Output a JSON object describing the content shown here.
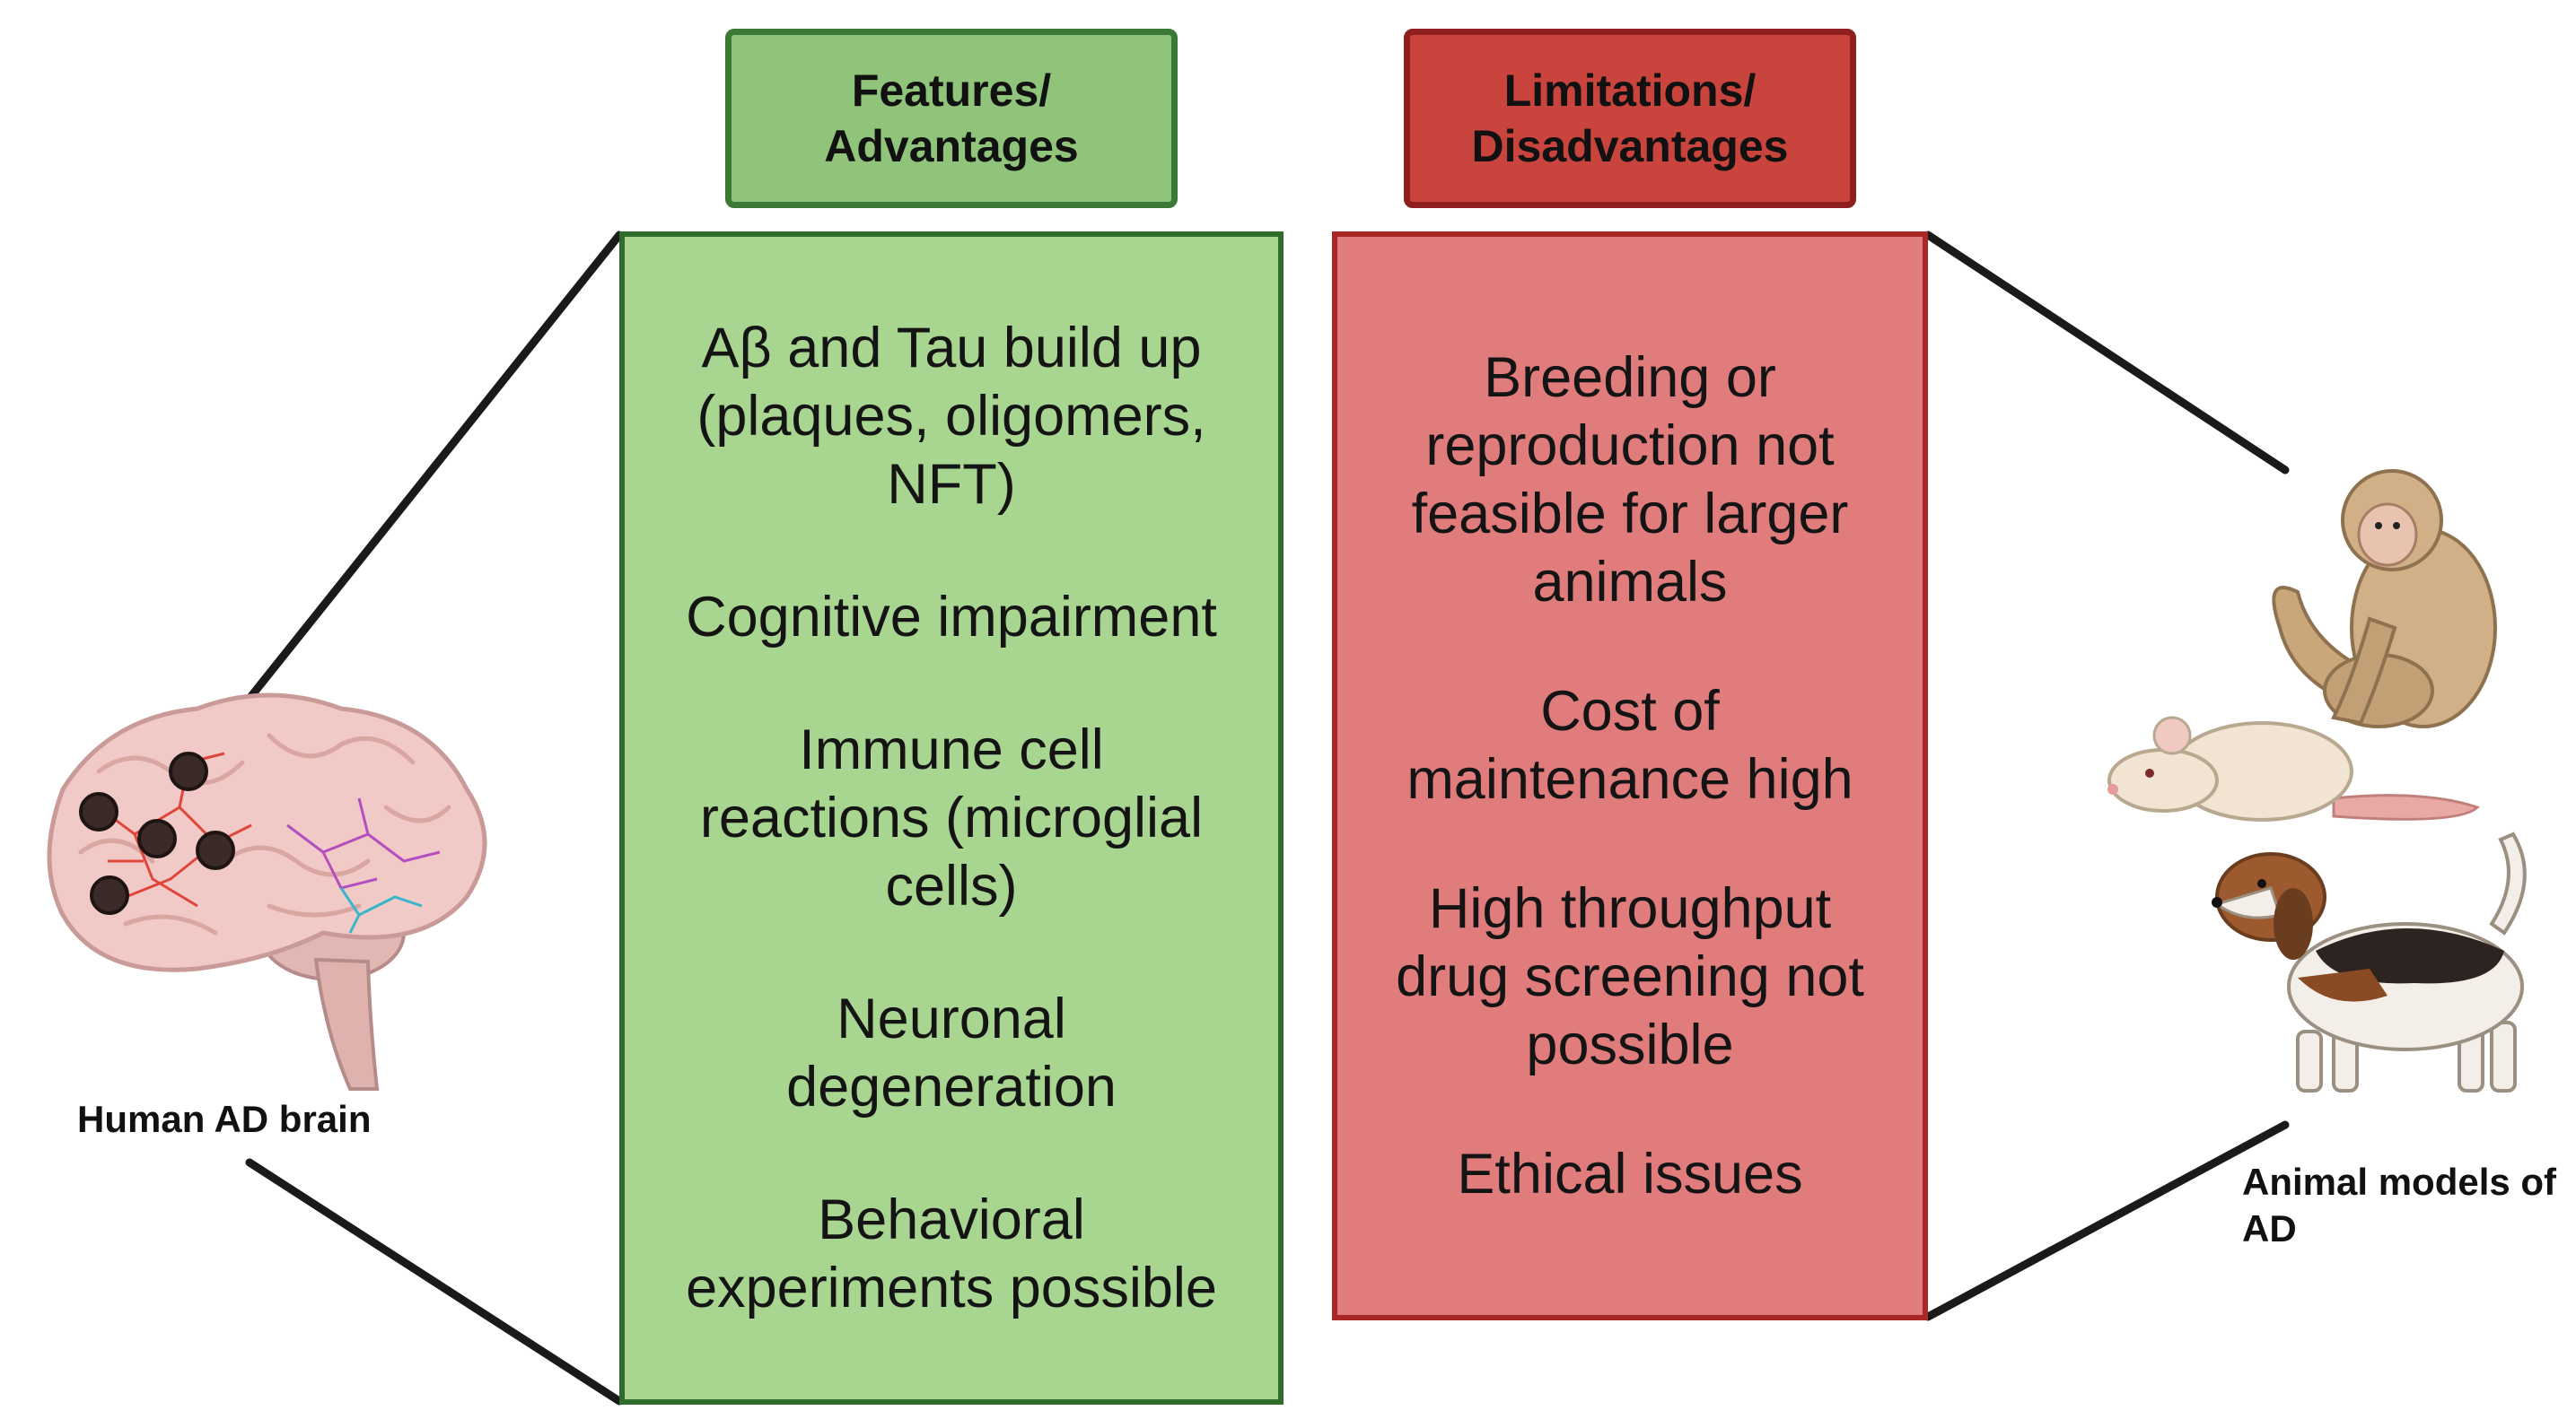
{
  "advantages": {
    "header": "Features/\nAdvantages",
    "items": [
      "Aβ and Tau build up\n(plaques, oligomers,\nNFT)",
      "Cognitive impairment",
      "Immune cell\nreactions (microglial\ncells)",
      "Neuronal\ndegeneration",
      "Behavioral\nexperiments possible"
    ]
  },
  "limitations": {
    "header": "Limitations/\nDisadvantages",
    "items": [
      "Breeding or\nreproduction not\nfeasible for larger\nanimals",
      "Cost of\nmaintenance high",
      "High throughput\ndrug screening not\npossible",
      "Ethical issues"
    ]
  },
  "captions": {
    "brain": "Human AD brain",
    "animals": "Animal models of\nAD"
  },
  "icons": {
    "brain": "human-brain-illustration",
    "monkey": "monkey-illustration",
    "mouse": "mouse-illustration",
    "dog": "beagle-dog-illustration"
  },
  "colors": {
    "advantage_fill": "#a8d58f",
    "advantage_header": "#8fc47a",
    "limitation_fill": "#e07c7c",
    "limitation_header": "#c9443d"
  }
}
